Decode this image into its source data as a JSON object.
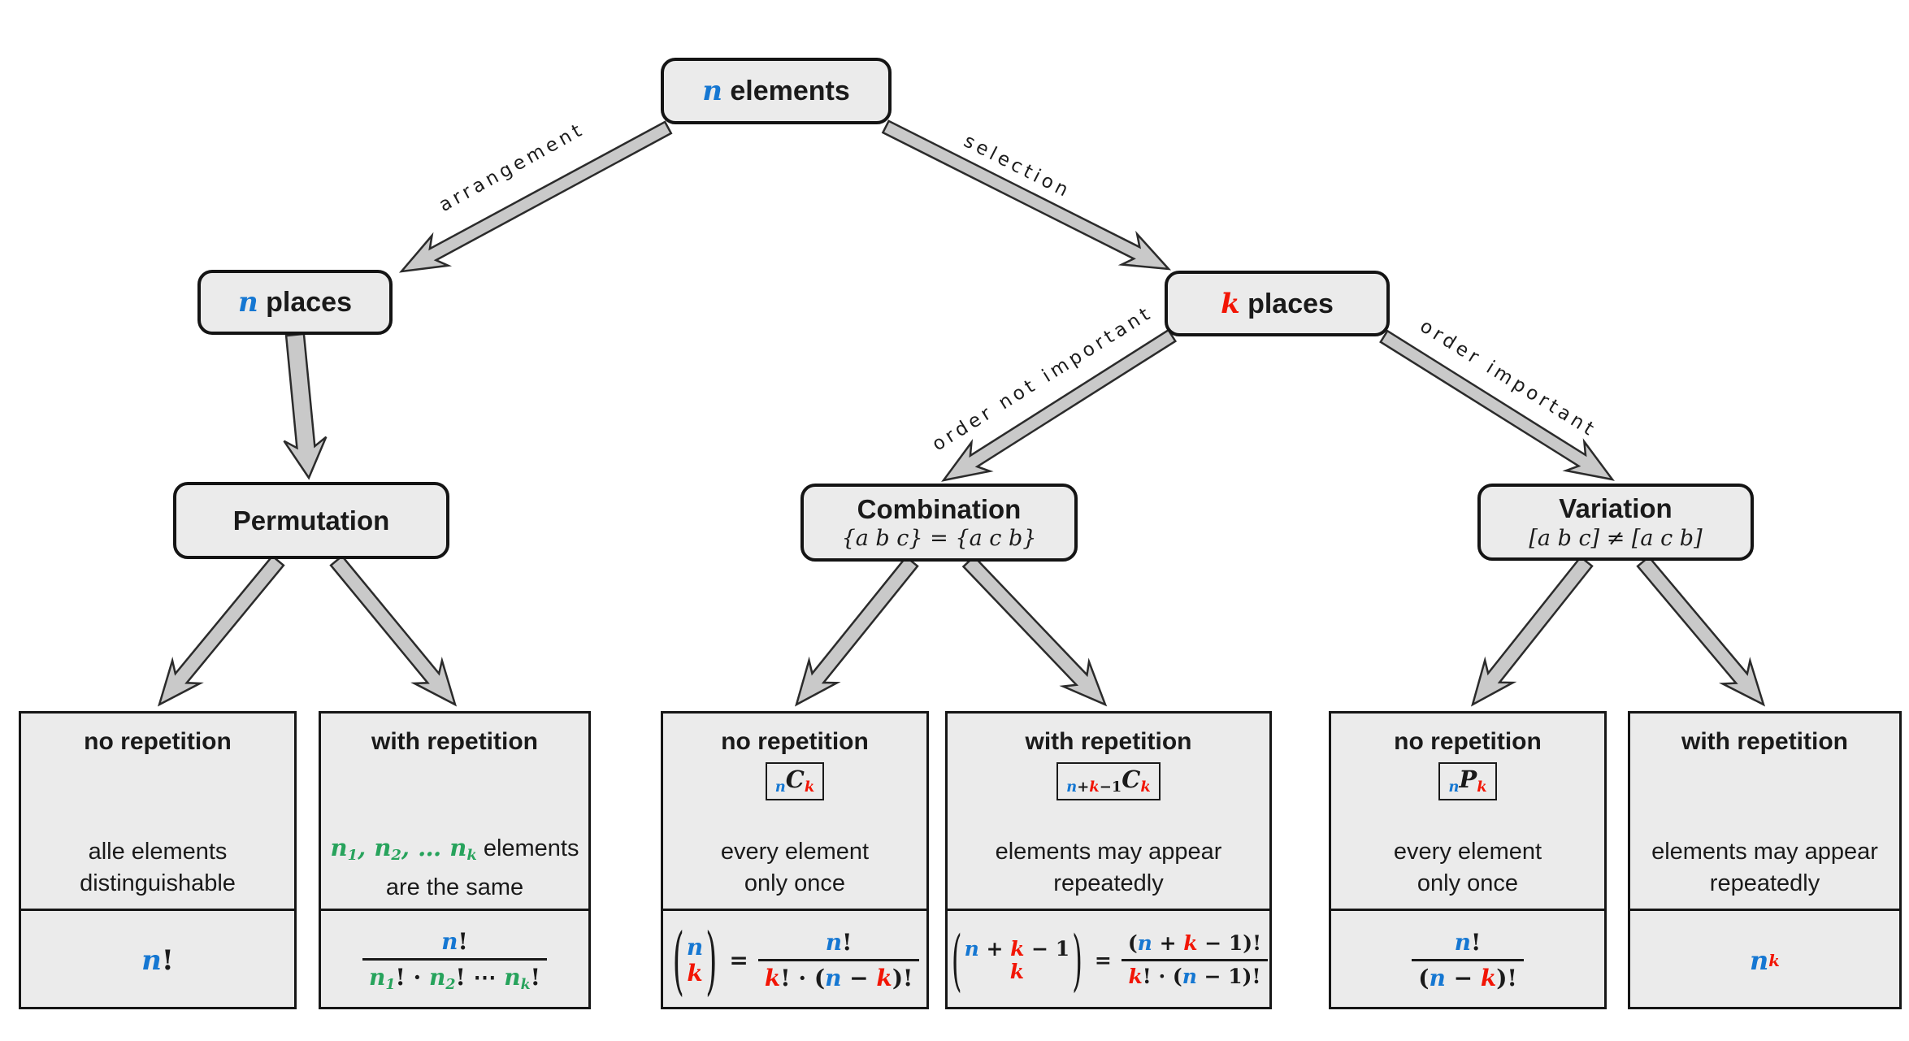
{
  "palette": {
    "blue": "#1577d2",
    "red": "#f21505",
    "green": "#27a35c",
    "ink": "#1a1a1a",
    "box_fill": "#ebebeb",
    "arrow_fill": "#c9c9c9",
    "arrow_outline": "#2b2b2b"
  },
  "nodes": {
    "root": {
      "segs": [
        {
          "t": "n",
          "m": 1,
          "c": "b"
        },
        {
          "t": " elements"
        }
      ]
    },
    "n_places": {
      "segs": [
        {
          "t": "n",
          "m": 1,
          "c": "b"
        },
        {
          "t": " places"
        }
      ]
    },
    "k_places": {
      "segs": [
        {
          "t": "k",
          "m": 1,
          "c": "r"
        },
        {
          "t": " places"
        }
      ]
    },
    "permutation": {
      "title": "Permutation"
    },
    "combination": {
      "title": "Combination",
      "subtitle": "{a b c} = {a c b}"
    },
    "variation": {
      "title": "Variation",
      "subtitle": "[a b c] ≠ [a c b]"
    }
  },
  "edges": {
    "arrangement": {
      "label": "arrangement"
    },
    "selection": {
      "label": "selection"
    },
    "order_not_important": {
      "label": "order not important"
    },
    "order_important": {
      "label": "order important"
    }
  },
  "leaves": [
    {
      "id": "permutation-no-repetition",
      "title": "no repetition",
      "desc": [
        [
          {
            "t": "alle elements"
          }
        ],
        [
          {
            "t": "distinguishable"
          }
        ]
      ],
      "formula": {
        "type": "plain",
        "segs": [
          {
            "t": "n",
            "m": 1,
            "c": "b"
          },
          {
            "t": "!",
            "u": 1
          }
        ]
      }
    },
    {
      "id": "permutation-with-repetition",
      "title": "with repetition",
      "desc": [
        [
          {
            "t": "n",
            "m": 1,
            "c": "g"
          },
          {
            "t": "1",
            "m": 1,
            "c": "g",
            "s": "sub"
          },
          {
            "t": ", ",
            "m": 1,
            "c": "g"
          },
          {
            "t": "n",
            "m": 1,
            "c": "g"
          },
          {
            "t": "2",
            "m": 1,
            "c": "g",
            "s": "sub"
          },
          {
            "t": ", … ",
            "m": 1,
            "c": "g"
          },
          {
            "t": "n",
            "m": 1,
            "c": "g"
          },
          {
            "t": "k",
            "m": 1,
            "c": "g",
            "s": "sub"
          },
          {
            "t": " elements"
          }
        ],
        [
          {
            "t": "are the same"
          }
        ]
      ],
      "formula": {
        "type": "frac",
        "num": [
          {
            "t": "n",
            "m": 1,
            "c": "b"
          },
          {
            "t": "!",
            "u": 1
          }
        ],
        "den": [
          {
            "t": "n",
            "m": 1,
            "c": "g"
          },
          {
            "t": "1",
            "m": 1,
            "c": "g",
            "s": "sub"
          },
          {
            "t": "! · ",
            "u": 1
          },
          {
            "t": "n",
            "m": 1,
            "c": "g"
          },
          {
            "t": "2",
            "m": 1,
            "c": "g",
            "s": "sub"
          },
          {
            "t": "! ⋯ ",
            "u": 1
          },
          {
            "t": "n",
            "m": 1,
            "c": "g"
          },
          {
            "t": "k",
            "m": 1,
            "c": "g",
            "s": "sub"
          },
          {
            "t": "!",
            "u": 1
          }
        ]
      }
    },
    {
      "id": "combination-no-repetition",
      "title": "no repetition",
      "badge": [
        {
          "t": "n",
          "m": 1,
          "c": "b",
          "s": "sub"
        },
        {
          "t": "C",
          "m": 1
        },
        {
          "t": "k",
          "m": 1,
          "c": "r",
          "s": "sub"
        }
      ],
      "desc": [
        [
          {
            "t": "every element"
          }
        ],
        [
          {
            "t": "only once"
          }
        ]
      ],
      "formula": {
        "type": "binom",
        "top": [
          {
            "t": "n",
            "m": 1,
            "c": "b"
          }
        ],
        "bottom": [
          {
            "t": "k",
            "m": 1,
            "c": "r"
          }
        ],
        "num": [
          {
            "t": "n",
            "m": 1,
            "c": "b"
          },
          {
            "t": "!",
            "u": 1
          }
        ],
        "den": [
          {
            "t": "k",
            "m": 1,
            "c": "r"
          },
          {
            "t": "! · (",
            "u": 1
          },
          {
            "t": "n",
            "m": 1,
            "c": "b"
          },
          {
            "t": " − ",
            "u": 1
          },
          {
            "t": "k",
            "m": 1,
            "c": "r"
          },
          {
            "t": ")!",
            "u": 1
          }
        ]
      }
    },
    {
      "id": "combination-with-repetition",
      "title": "with repetition",
      "badge": [
        {
          "t": "n",
          "m": 1,
          "c": "b",
          "s": "sub"
        },
        {
          "t": "+",
          "u": 1,
          "s": "sub"
        },
        {
          "t": "k",
          "m": 1,
          "c": "r",
          "s": "sub"
        },
        {
          "t": "−1",
          "u": 1,
          "s": "sub"
        },
        {
          "t": "C",
          "m": 1
        },
        {
          "t": "k",
          "m": 1,
          "c": "r",
          "s": "sub"
        }
      ],
      "desc": [
        [
          {
            "t": "elements may appear"
          }
        ],
        [
          {
            "t": "repeatedly"
          }
        ]
      ],
      "formula": {
        "type": "binom",
        "top": [
          {
            "t": "n",
            "m": 1,
            "c": "b"
          },
          {
            "t": " + ",
            "u": 1
          },
          {
            "t": "k",
            "m": 1,
            "c": "r"
          },
          {
            "t": " − 1",
            "u": 1
          }
        ],
        "bottom": [
          {
            "t": "k",
            "m": 1,
            "c": "r"
          }
        ],
        "num": [
          {
            "t": "(",
            "u": 1
          },
          {
            "t": "n",
            "m": 1,
            "c": "b"
          },
          {
            "t": " + ",
            "u": 1
          },
          {
            "t": "k",
            "m": 1,
            "c": "r"
          },
          {
            "t": " − 1",
            "u": 1
          },
          {
            "t": ")!",
            "u": 1
          }
        ],
        "den": [
          {
            "t": "k",
            "m": 1,
            "c": "r"
          },
          {
            "t": "! · (",
            "u": 1
          },
          {
            "t": "n",
            "m": 1,
            "c": "b"
          },
          {
            "t": " − 1",
            "u": 1
          },
          {
            "t": ")!",
            "u": 1
          }
        ]
      }
    },
    {
      "id": "variation-no-repetition",
      "title": "no repetition",
      "badge": [
        {
          "t": "n",
          "m": 1,
          "c": "b",
          "s": "sub"
        },
        {
          "t": "P",
          "m": 1
        },
        {
          "t": "k",
          "m": 1,
          "c": "r",
          "s": "sub"
        }
      ],
      "desc": [
        [
          {
            "t": "every element"
          }
        ],
        [
          {
            "t": "only once"
          }
        ]
      ],
      "formula": {
        "type": "frac",
        "num": [
          {
            "t": "n",
            "m": 1,
            "c": "b"
          },
          {
            "t": "!",
            "u": 1
          }
        ],
        "den": [
          {
            "t": "(",
            "u": 1
          },
          {
            "t": "n",
            "m": 1,
            "c": "b"
          },
          {
            "t": " − ",
            "u": 1
          },
          {
            "t": "k",
            "m": 1,
            "c": "r"
          },
          {
            "t": ")!",
            "u": 1
          }
        ]
      }
    },
    {
      "id": "variation-with-repetition",
      "title": "with repetition",
      "desc": [
        [
          {
            "t": "elements may appear"
          }
        ],
        [
          {
            "t": "repeatedly"
          }
        ]
      ],
      "formula": {
        "type": "plain",
        "segs": [
          {
            "t": "n",
            "m": 1,
            "c": "b"
          },
          {
            "t": "k",
            "m": 1,
            "c": "r",
            "s": "sup"
          }
        ]
      }
    }
  ]
}
